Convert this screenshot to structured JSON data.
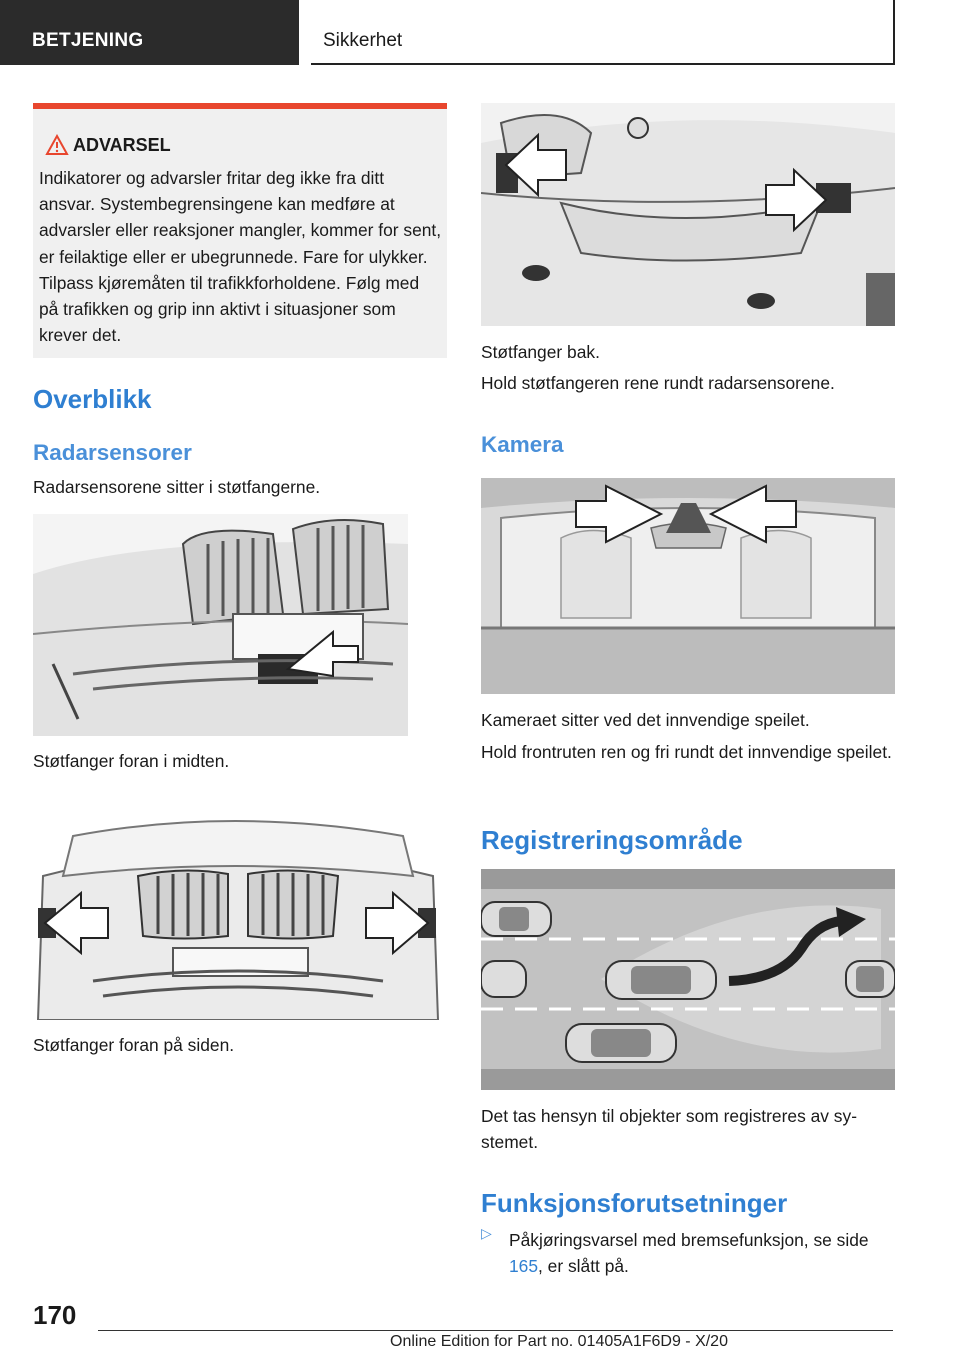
{
  "header": {
    "section": "BETJENING",
    "chapter": "Sikkerhet"
  },
  "warning": {
    "title": "ADVARSEL",
    "icon": "warning-triangle-icon",
    "body": "Indikatorer og advarsler fritar deg ikke fra ditt ansvar. Systembegrensingene kan medføre at advarsler eller reaksjoner mangler, kommer for sent, er feilaktige eller er ubegrunnede. Fare for ulykker. Tilpass kjøremåten til trafikkforholdene. Følg med på trafikken og grip inn aktivt i situa­sjoner som krever det."
  },
  "left": {
    "heading": "Overblikk",
    "subheading": "Radarsensorer",
    "intro": "Radarsensorene sitter i støtfangerne.",
    "caption1": "Støtfanger foran i midten.",
    "caption2": "Støtfanger foran på siden."
  },
  "right": {
    "caption_rear": "Støtfanger bak.",
    "text_rear": "Hold støtfangeren rene rundt radarsensorene.",
    "camera_heading": "Kamera",
    "camera_caption": "Kameraet sitter ved det innvendige speilet.",
    "camera_text": "Hold frontruten ren og fri rundt det innvendige speilet.",
    "range_heading": "Registreringsområde",
    "range_text": "Det tas hensyn til objekter som registreres av sy­stemet.",
    "func_heading": "Funksjonsforutsetninger",
    "bullet_glyph": "▷",
    "bullet_pre": "Påkjøringsvarsel med bremsefunksjon, se side ",
    "bullet_link": "165",
    "bullet_post": ", er slått på."
  },
  "page_number": "170",
  "footer": "Online Edition for Part no. 01405A1F6D9 - X/20"
}
